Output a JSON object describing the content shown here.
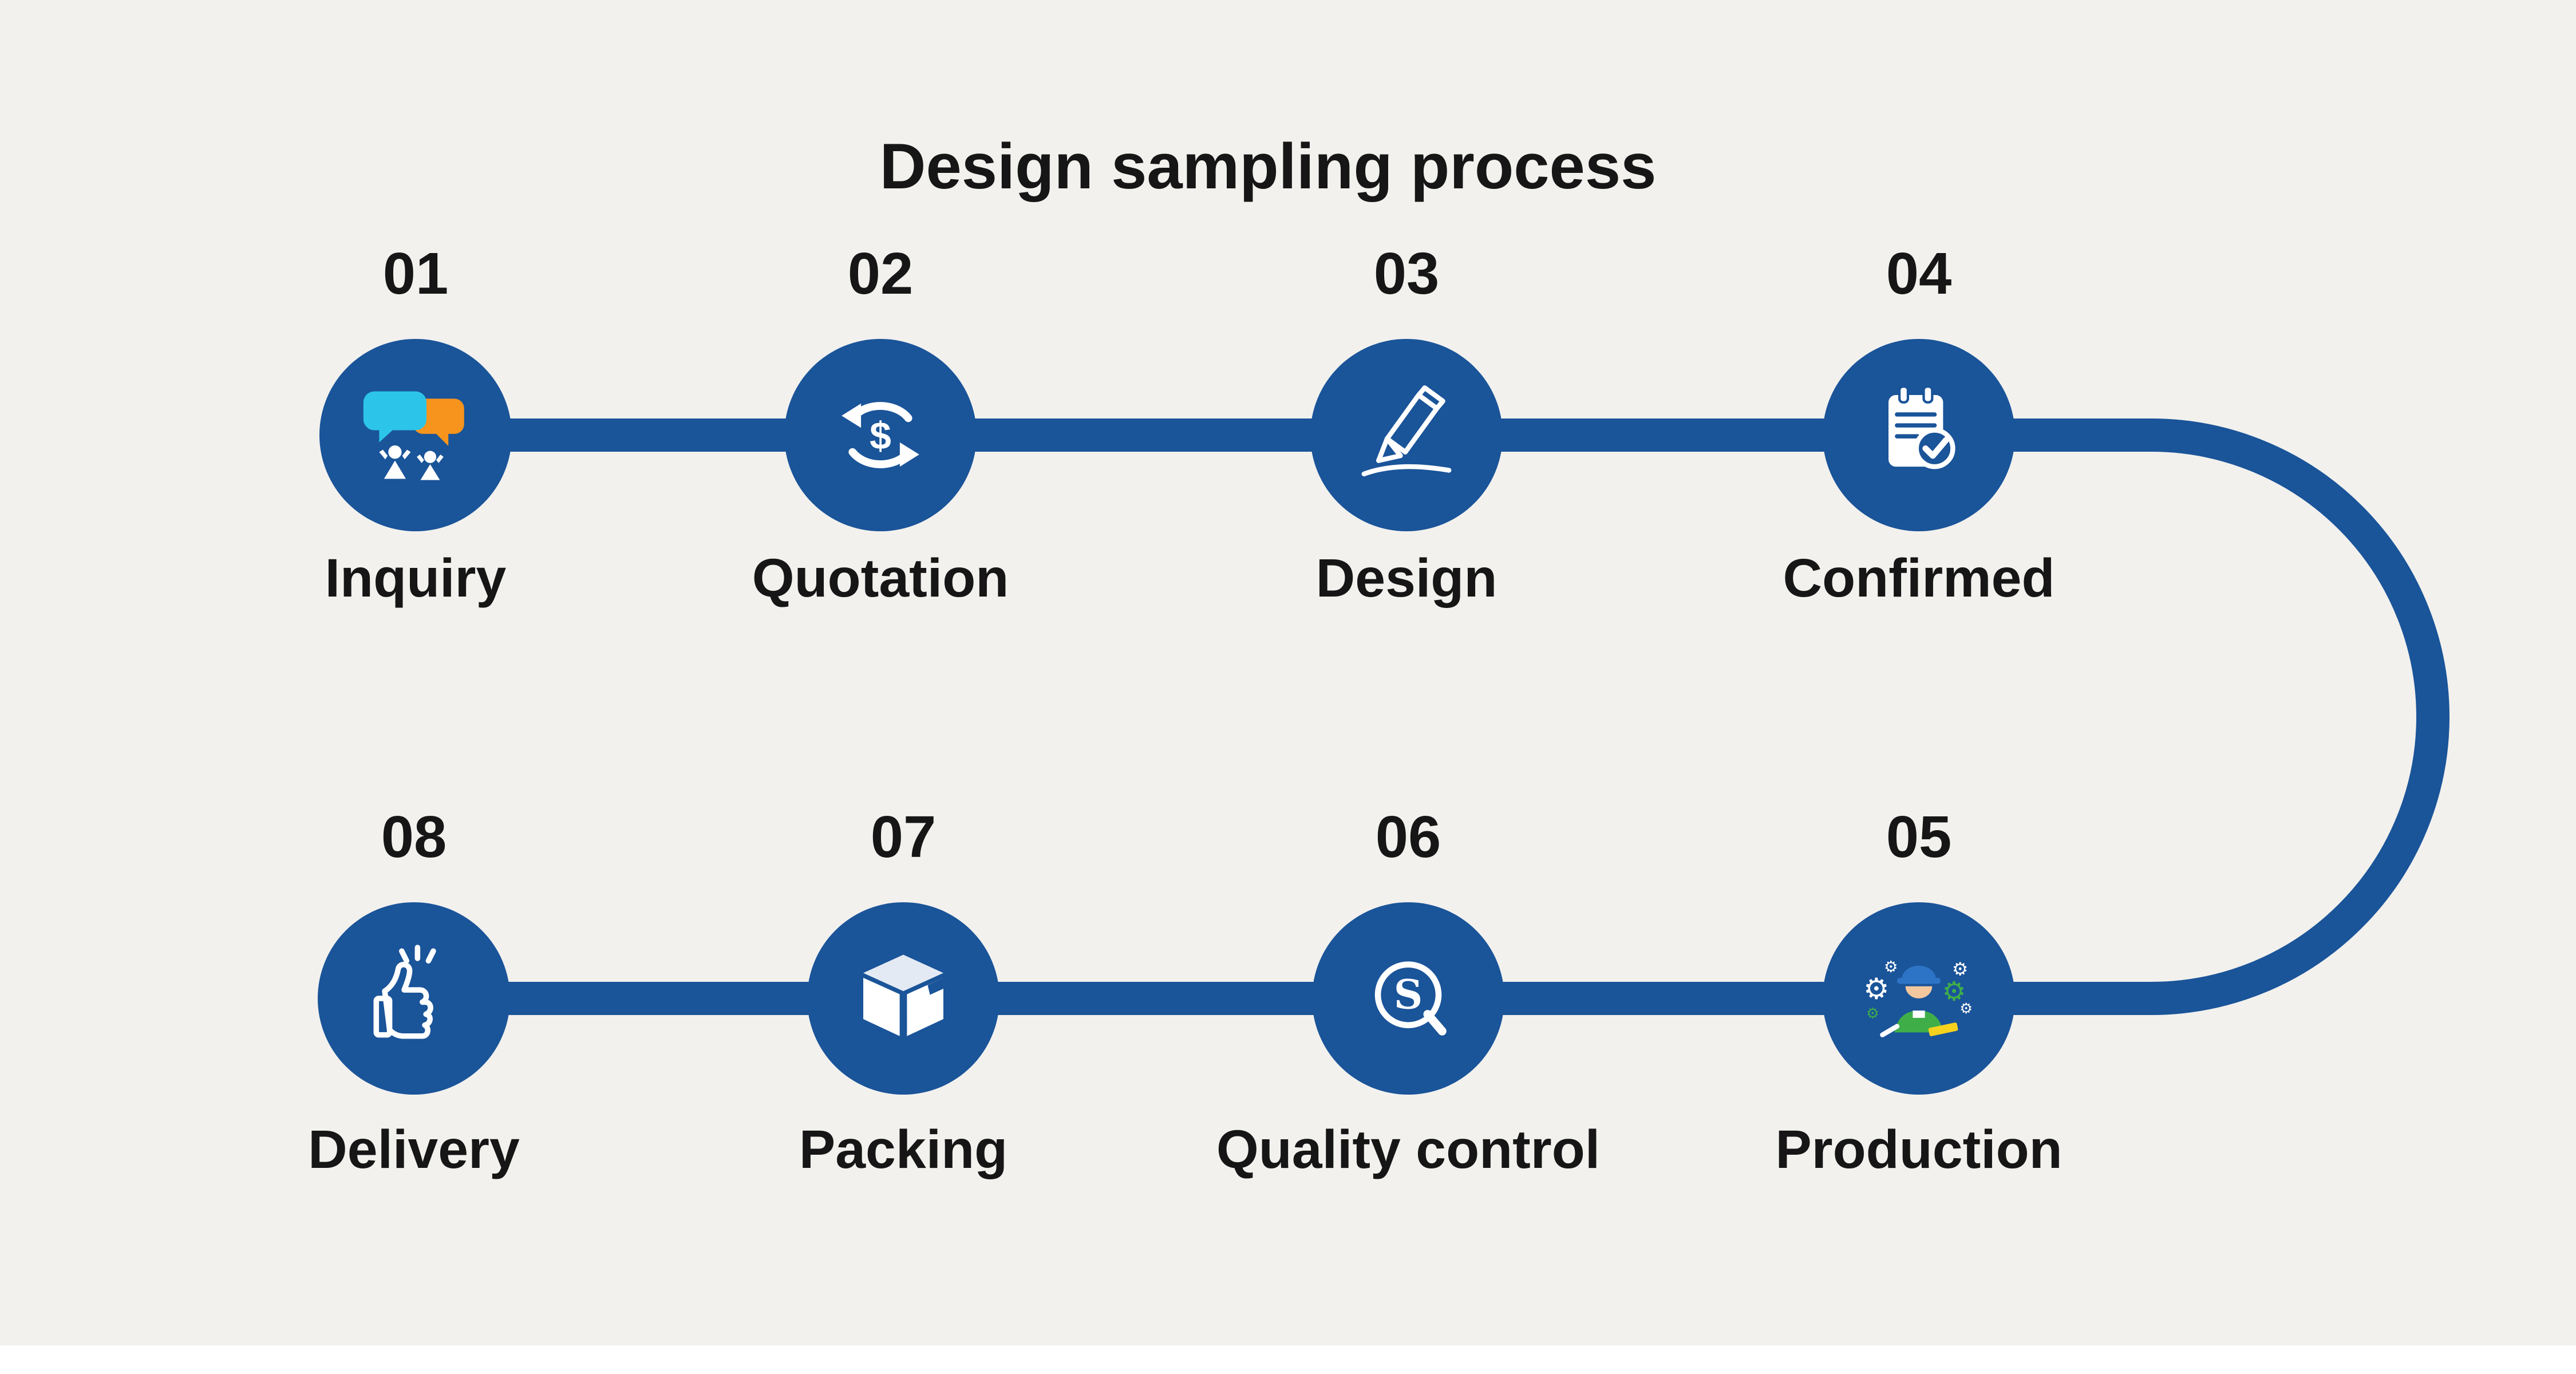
{
  "title": "Design sampling process",
  "colors": {
    "background": "#f2f1ee",
    "accent_blue": "#1a5499",
    "text_dark": "#161616",
    "chat_cyan": "#2cc5e9",
    "chat_orange": "#f7941e",
    "gear_green": "#3fae49",
    "tool_yellow": "#f6d21e",
    "skin": "#f3c79e",
    "helmet_blue": "#2d74c6"
  },
  "steps": [
    {
      "number": "01",
      "label": "Inquiry",
      "icon": "chat-people-icon"
    },
    {
      "number": "02",
      "label": "Quotation",
      "icon": "currency-cycle-icon"
    },
    {
      "number": "03",
      "label": "Design",
      "icon": "pen-icon"
    },
    {
      "number": "04",
      "label": "Confirmed",
      "icon": "calendar-check-icon"
    },
    {
      "number": "05",
      "label": "Production",
      "icon": "worker-gears-icon"
    },
    {
      "number": "06",
      "label": "Quality control",
      "icon": "quality-seal-icon"
    },
    {
      "number": "07",
      "label": "Packing",
      "icon": "box-icon"
    },
    {
      "number": "08",
      "label": "Delivery",
      "icon": "thumbs-up-icon"
    }
  ]
}
